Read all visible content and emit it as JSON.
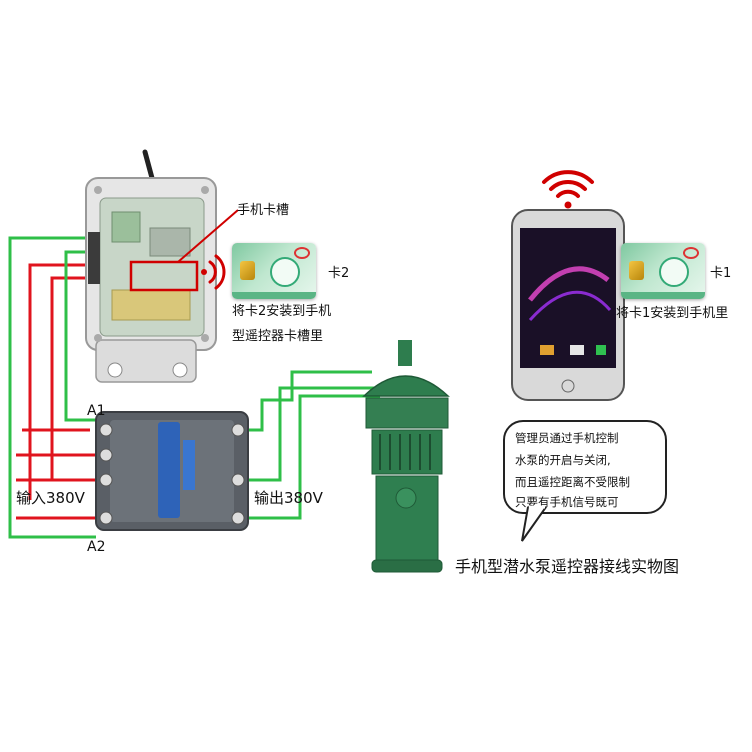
{
  "labels": {
    "sim_slot": "手机卡槽",
    "card2": "卡2",
    "card2_note_line1": "将卡2安装到手机",
    "card2_note_line2": "型遥控器卡槽里",
    "card1": "卡1",
    "card1_note": "将卡1安装到手机里",
    "a1": "A1",
    "a2": "A2",
    "input": "输入380V",
    "output": "输出380V",
    "caption": "手机型潜水泵遥控器接线实物图"
  },
  "bubble": {
    "line1": "管理员通过手机控制",
    "line2": "水泵的开启与关闭,",
    "line3": "而且遥控距离不受限制",
    "line4": "只要有手机信号既可"
  },
  "colors": {
    "wire_red": "#e0141e",
    "wire_green": "#2fbf48",
    "pump_green": "#2e7d4e",
    "contactor_body": "#5a5f66",
    "control_box": "#e6e6e6",
    "highlight_red": "#d00000"
  },
  "icons": {
    "signal_box": "wireless-signal-icon",
    "signal_phone": "wifi-icon",
    "antenna": "antenna-icon"
  }
}
